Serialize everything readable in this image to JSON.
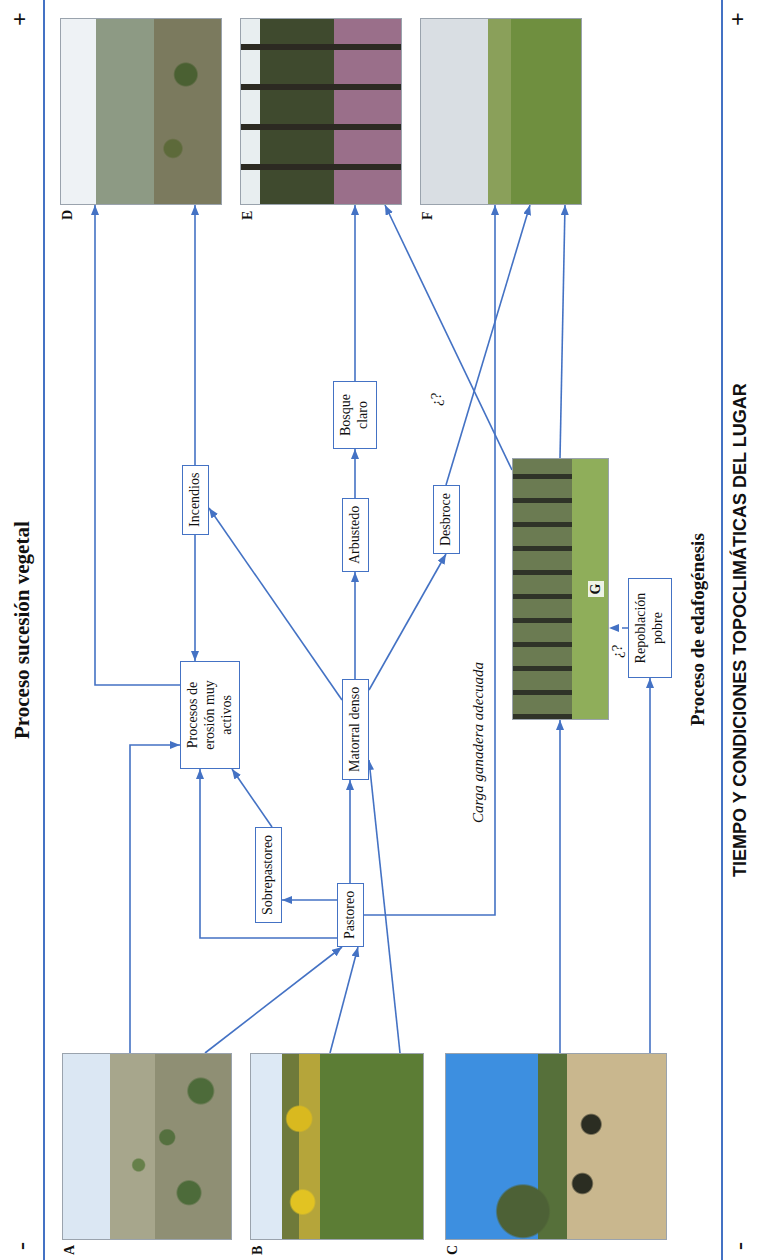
{
  "diagram": {
    "title": "Proceso sucesión vegetal",
    "nodes": [
      {
        "text": [
          "A"
        ]
      },
      {
        "text": [
          "B"
        ]
      },
      {
        "text": [
          "C"
        ]
      },
      {
        "text": [
          "Pastoreo"
        ]
      },
      {
        "text": [
          "Sobrepastoreo"
        ]
      },
      {
        "text": [
          "Procesos de erosión muy activos"
        ]
      },
      {
        "text": [
          "Incendios"
        ]
      },
      {
        "text": [
          "Matorral denso"
        ]
      },
      {
        "text": [
          "Arbustedo"
        ]
      },
      {
        "text": [
          "Bosque claro"
        ]
      },
      {
        "text": [
          "Desbroce"
        ]
      },
      {
        "text": [
          "Repoblación pobre"
        ]
      },
      {
        "text": [
          "G"
        ]
      },
      {
        "text": [
          "D"
        ]
      },
      {
        "text": [
          "E"
        ]
      },
      {
        "text": [
          "F"
        ]
      }
    ],
    "edges": [
      {
        "from": 0,
        "to": 5,
        "arrow": "to"
      },
      {
        "from": 0,
        "to": 3,
        "arrow": "to"
      },
      {
        "from": 1,
        "to": 3,
        "arrow": "to"
      },
      {
        "from": 1,
        "to": 7,
        "arrow": "to"
      },
      {
        "from": 3,
        "to": 5,
        "arrow": "to"
      },
      {
        "from": 3,
        "to": 4,
        "arrow": "to"
      },
      {
        "from": 4,
        "to": 5,
        "arrow": "to"
      },
      {
        "from": 3,
        "to": 7,
        "arrow": "to"
      },
      {
        "from": 3,
        "to": 15,
        "label": "Carga ganadera adecuada",
        "arrow": "to"
      },
      {
        "from": 5,
        "to": 13,
        "arrow": "to"
      },
      {
        "from": 6,
        "to": 13,
        "arrow": "to"
      },
      {
        "from": 6,
        "to": 5,
        "arrow": "to"
      },
      {
        "from": 7,
        "to": 6,
        "arrow": "to"
      },
      {
        "from": 7,
        "to": 8,
        "arrow": "to"
      },
      {
        "from": 8,
        "to": 9,
        "arrow": "to"
      },
      {
        "from": 9,
        "to": 14,
        "arrow": "to"
      },
      {
        "from": 7,
        "to": 10,
        "arrow": "to"
      },
      {
        "from": 10,
        "to": 15,
        "arrow": "to"
      },
      {
        "from": 2,
        "to": 12,
        "arrow": "to"
      },
      {
        "from": 2,
        "to": 11,
        "arrow": "to"
      },
      {
        "from": 11,
        "to": 12,
        "label": "¿?",
        "arrow": "to"
      },
      {
        "from": 12,
        "to": 14,
        "label": "¿?",
        "arrow": "to"
      },
      {
        "from": 12,
        "to": 15,
        "arrow": "to"
      }
    ],
    "labels": [
      "-",
      "+",
      "Proceso de edafogénesis",
      "-",
      "+",
      "TIEMPO Y CONDICIONES TOPOCLIMÁTICAS DEL LUGAR"
    ]
  }
}
